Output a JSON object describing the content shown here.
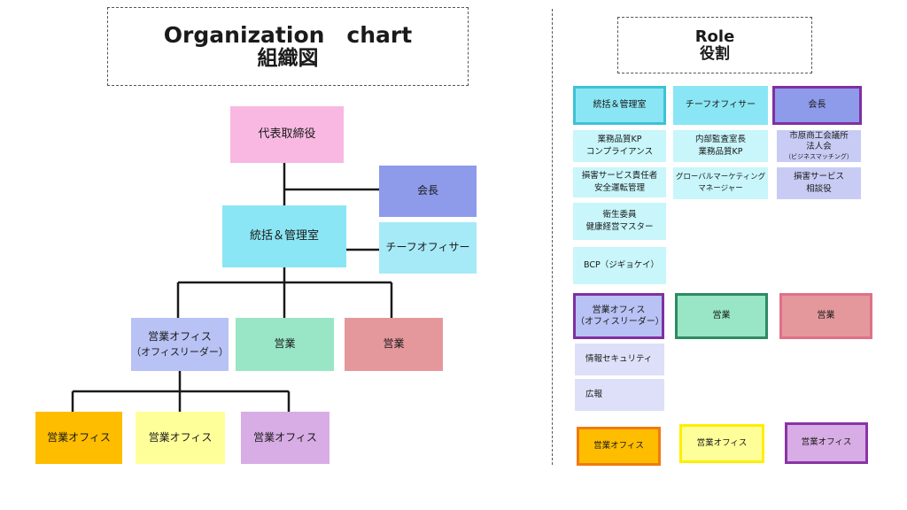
{
  "org": {
    "title_en": "Organization　chart",
    "title_ja": "組織図",
    "representative": "代表取締役",
    "chairman": "会長",
    "general_office": "統括＆管理室",
    "chief_officer": "チーフオフィサー",
    "sales_office_leader_l1": "営業オフィス",
    "sales_office_leader_l2": "（オフィスリーダー）",
    "sales_green": "営業",
    "sales_red": "営業",
    "sales_office_orange": "営業オフィス",
    "sales_office_yellow": "営業オフィス",
    "sales_office_purple": "営業オフィス"
  },
  "role": {
    "title_en": "Role",
    "title_ja": "役割",
    "col1": {
      "head": "統括＆管理室",
      "items": [
        [
          "業務品質KP",
          "コンプライアンス"
        ],
        [
          "損害サービス責任者",
          "安全運転管理"
        ],
        [
          "衛生委員",
          "健康経営マスター"
        ],
        [
          "BCP（ジギョケイ）"
        ]
      ]
    },
    "col2": {
      "head": "チーフオフィサー",
      "items": [
        [
          "内部監査室長",
          "業務品質KP"
        ],
        [
          "グローバルマーケティング",
          "マネージャー"
        ]
      ]
    },
    "col3": {
      "head": "会長",
      "item1_l1": "市原商工会議所",
      "item1_l2": "法人会",
      "item1_l3": "（ビジネスマッチング）",
      "item2": [
        "損害サービス",
        "相談役"
      ]
    },
    "sales_office_leader_l1": "営業オフィス",
    "sales_office_leader_l2": "（オフィスリーダー）",
    "sales_green": "営業",
    "sales_red": "営業",
    "leader_items": [
      "情報セキュリティ",
      "広報"
    ],
    "bottom": [
      "営業オフィス",
      "営業オフィス",
      "営業オフィス"
    ]
  },
  "colors": {
    "pink": "#f8b8e2",
    "indigo": "#8e9aea",
    "cyan": "#8ae6f4",
    "periwinkle": "#b8c2f4",
    "mint": "#98e6c6",
    "rose": "#e4989c",
    "orange": "#ffbd00",
    "yellow": "#ffff9a",
    "lavender": "#d8ace4"
  }
}
